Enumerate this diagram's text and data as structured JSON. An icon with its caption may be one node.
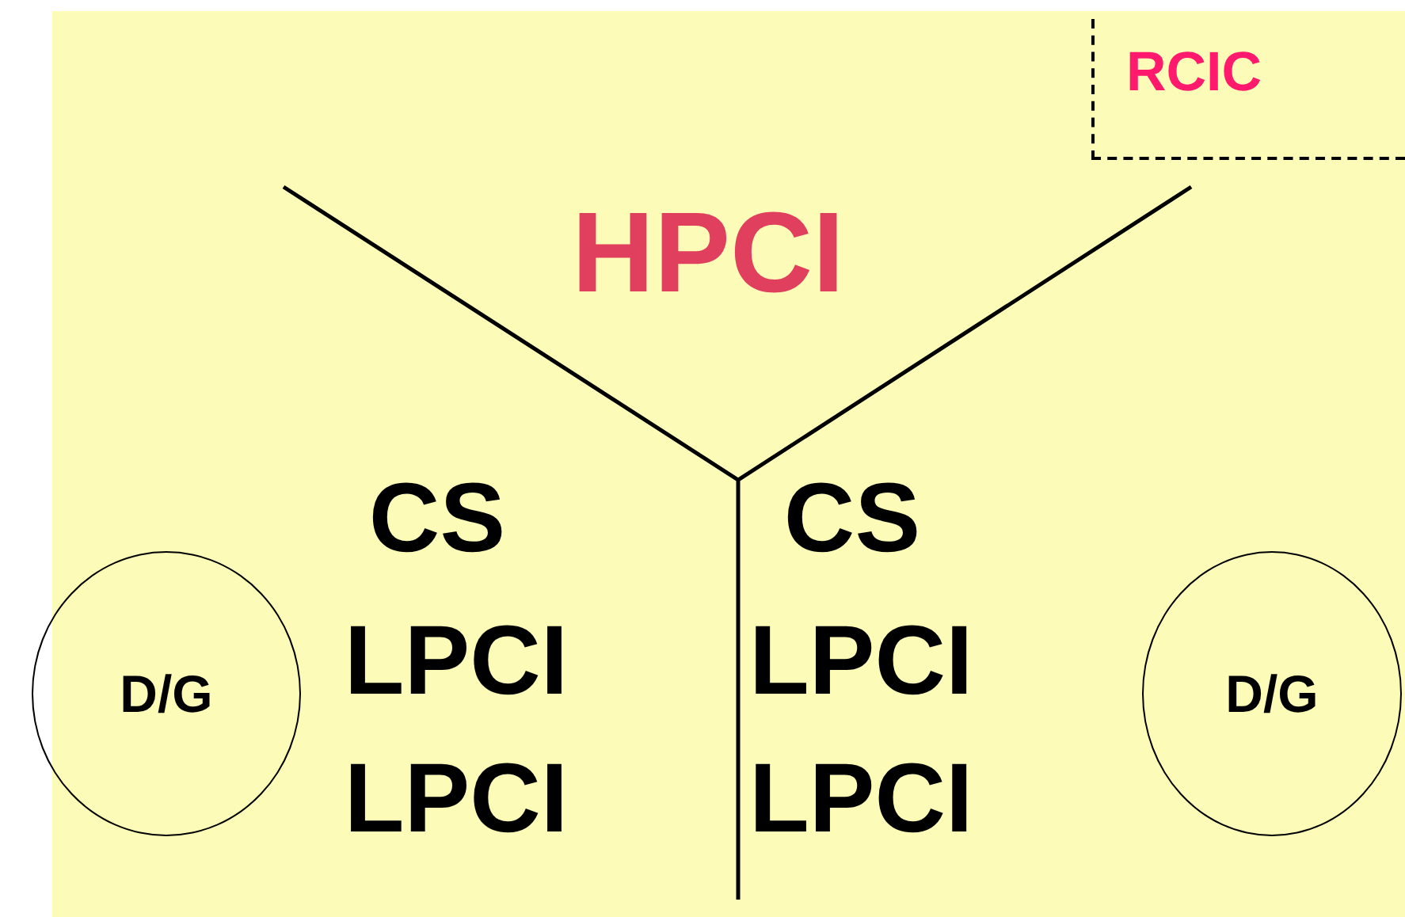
{
  "diagram": {
    "nodes": [
      {
        "text": [
          "RCIC"
        ]
      },
      {
        "text": [
          "D/G"
        ]
      },
      {
        "text": [
          "D/G"
        ]
      }
    ],
    "labels": [
      "HPCI",
      "CS",
      "CS",
      "LPCI",
      "LPCI",
      "LPCI",
      "LPCI"
    ]
  }
}
